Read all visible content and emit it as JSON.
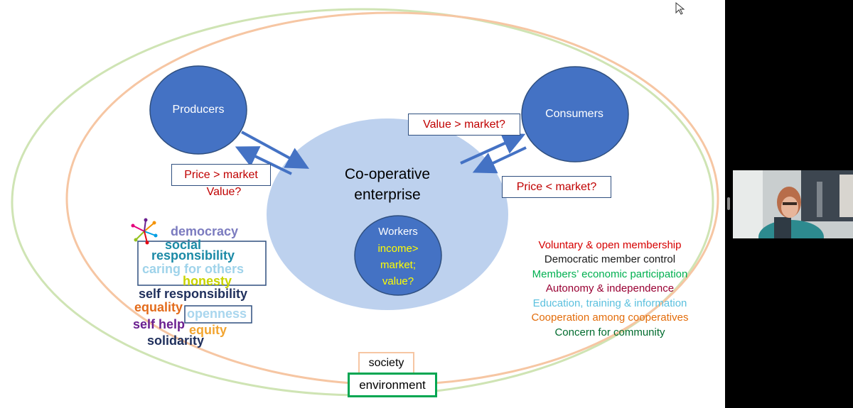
{
  "slide": {
    "producers": "Producers",
    "consumers": "Consumers",
    "enterprise_line1": "Co-operative",
    "enterprise_line2": "enterprise",
    "workers": {
      "title": "Workers",
      "line1": "income>",
      "line2": "market;",
      "line3": "value?"
    },
    "price_gt_market": "Price > market",
    "value_q": "Value?",
    "value_gt_market": "Value > market?",
    "price_lt_market": "Price < market?",
    "society": "society",
    "environment": "environment",
    "values": [
      {
        "text": "democracy",
        "color": "#7b7bbf"
      },
      {
        "text": "social",
        "color": "#1b8aa6"
      },
      {
        "text": "responsibility",
        "color": "#1b8aa6"
      },
      {
        "text": "caring for others",
        "color": "#9fd3ea"
      },
      {
        "text": "honesty",
        "color": "#c9d400"
      },
      {
        "text": "self responsibility",
        "color": "#1f2f5c"
      },
      {
        "text": "equality",
        "color": "#e36c1c"
      },
      {
        "text": "openness",
        "color": "#a9d6ee"
      },
      {
        "text": "self help",
        "color": "#6a1f8f"
      },
      {
        "text": "equity",
        "color": "#f2a531"
      },
      {
        "text": "solidarity",
        "color": "#1f2f5c"
      }
    ],
    "principles": [
      {
        "text": "Voluntary & open membership",
        "color": "#d60000"
      },
      {
        "text": "Democratic member control",
        "color": "#1a1a1a"
      },
      {
        "text": "Members’ economic participation",
        "color": "#00b050"
      },
      {
        "text": "Autonomy & independence",
        "color": "#990033"
      },
      {
        "text": "Education, training & information",
        "color": "#5bc0de"
      },
      {
        "text": "Cooperation among cooperatives",
        "color": "#e36c0a"
      },
      {
        "text": "Concern for community",
        "color": "#006b2e"
      }
    ],
    "colors": {
      "bubble": "#4472c4",
      "enterprise_circle": "#bdd1ee",
      "outer_ring": "#cfe4b4",
      "inner_ring": "#f6c6a3",
      "price_text": "#c00000",
      "environment_border": "#00a651",
      "society_border": "#f6c6a3"
    }
  },
  "icons": {
    "cursor": "mouse-pointer-icon",
    "logo": "colorful-star-logo"
  }
}
